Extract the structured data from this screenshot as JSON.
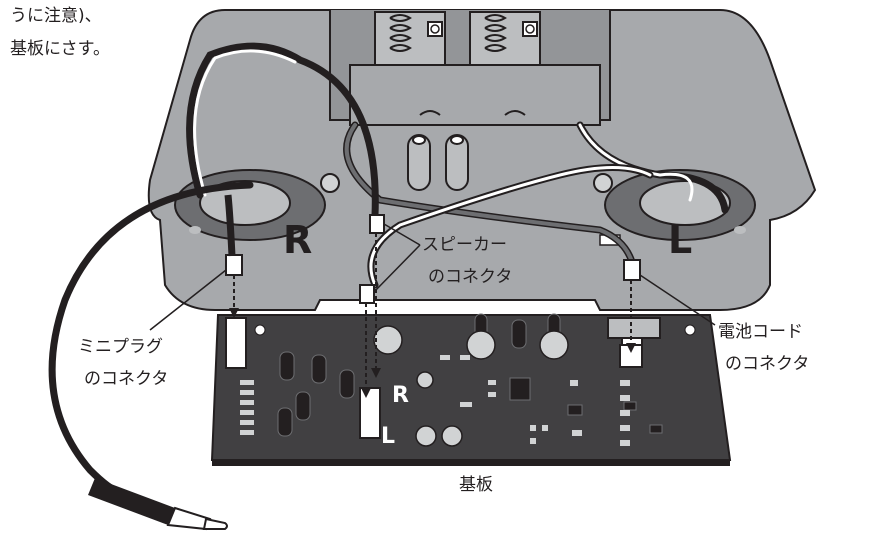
{
  "instructions": {
    "line1": "うに注意)、",
    "line2": "基板にさす。"
  },
  "case_labels": {
    "right": "R",
    "left": "L"
  },
  "board_labels": {
    "right": "R",
    "left": "L"
  },
  "callouts": {
    "speaker_connector_line1": "スピーカー",
    "speaker_connector_line2": "のコネクタ",
    "miniplug_connector_line1": "ミニプラグ",
    "miniplug_connector_line2": "のコネクタ",
    "battery_connector_line1": "電池コード",
    "battery_connector_line2": "のコネクタ"
  },
  "board_caption": "基板",
  "colors": {
    "case_fill": "#a7a9ac",
    "case_dark": "#808285",
    "board_fill": "#58595b",
    "cable": "#231f20",
    "wire_white": "#ffffff"
  }
}
